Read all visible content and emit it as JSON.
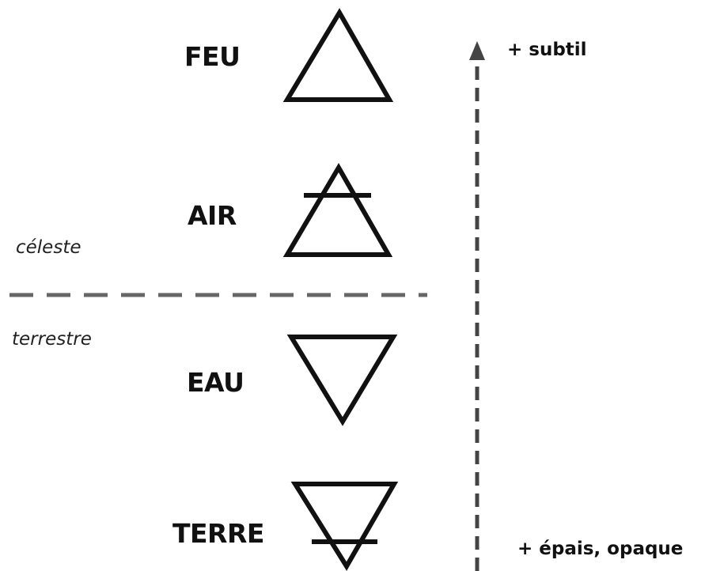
{
  "elements": {
    "fire": {
      "label": "FEU",
      "symbol": "fire-triangle-icon"
    },
    "air": {
      "label": "AIR",
      "symbol": "air-triangle-icon"
    },
    "water": {
      "label": "EAU",
      "symbol": "water-triangle-icon"
    },
    "earth": {
      "label": "TERRE",
      "symbol": "earth-triangle-icon"
    }
  },
  "zones": {
    "upper": "céleste",
    "lower": "terrestre"
  },
  "scale": {
    "top": "+ subtil",
    "bottom": "+ épais, opaque"
  },
  "colors": {
    "symbol_stroke": "#111111",
    "divider": "#666666",
    "arrow": "#444444"
  }
}
